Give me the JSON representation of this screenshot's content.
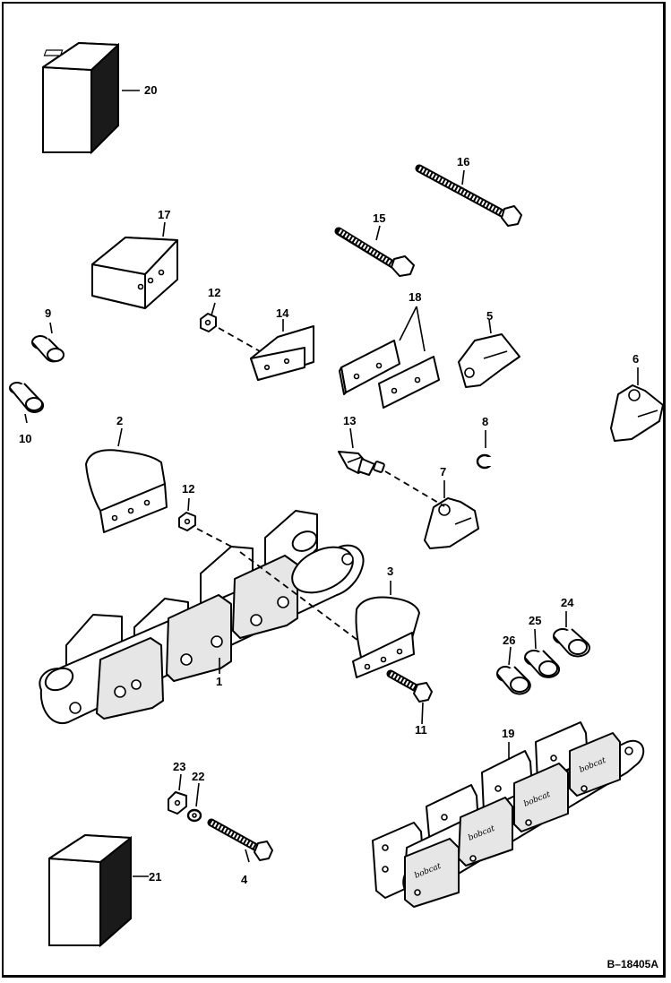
{
  "diagram": {
    "figure_id": "B–18405A",
    "callouts": {
      "c1": "1",
      "c2": "2",
      "c3": "3",
      "c4": "4",
      "c5": "5",
      "c6": "6",
      "c7": "7",
      "c8": "8",
      "c9": "9",
      "c10": "10",
      "c11": "11",
      "c12a": "12",
      "c12b": "12",
      "c13": "13",
      "c14": "14",
      "c15": "15",
      "c16": "16",
      "c17": "17",
      "c18": "18",
      "c19": "19",
      "c20": "20",
      "c21": "21",
      "c22": "22",
      "c23": "23",
      "c24": "24",
      "c25": "25",
      "c26": "26"
    },
    "chain_brand": "bobcat"
  }
}
